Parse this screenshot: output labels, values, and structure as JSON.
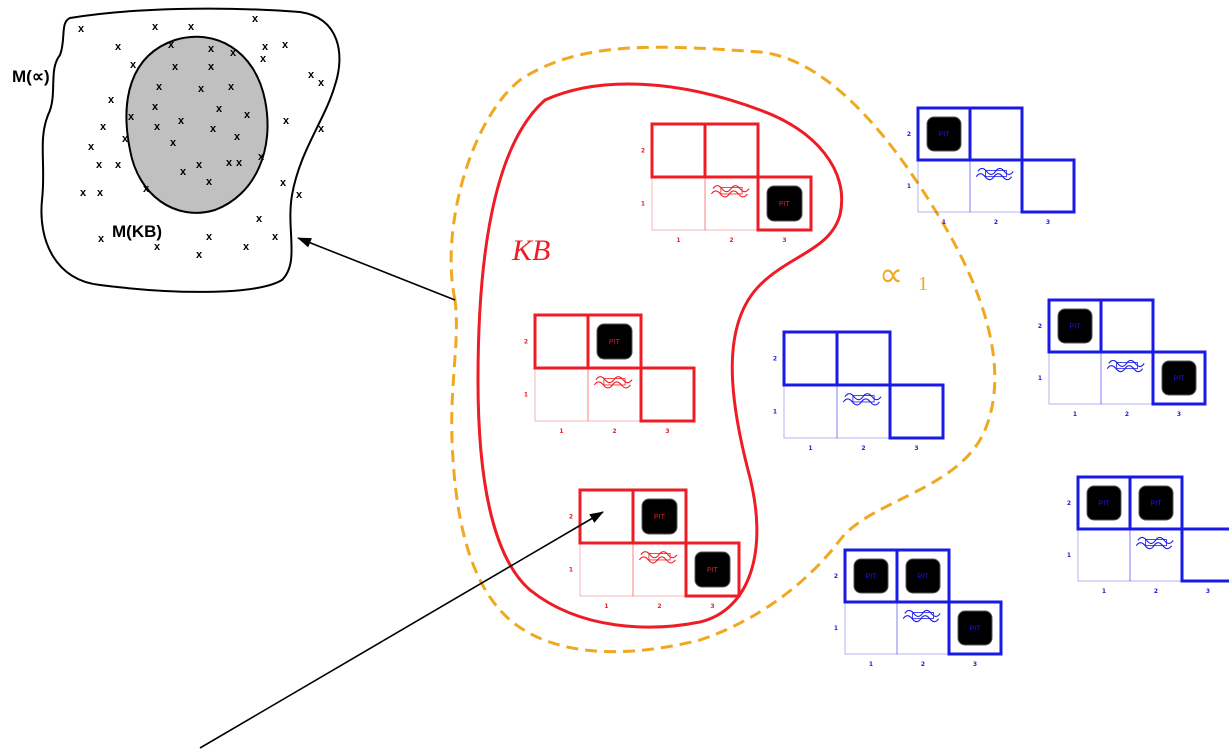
{
  "sets": {
    "m_alpha_label": "M(∝)",
    "m_kb_label": "M(KB)",
    "kb_label": "KB",
    "alpha_symbol": "∝",
    "alpha_subscript": "1"
  },
  "grid": {
    "pit_label": "PIT",
    "row_labels": [
      "2",
      "1"
    ],
    "col_labels": [
      "1",
      "2",
      "3"
    ]
  },
  "colors": {
    "kb": "#ee1c24",
    "alpha": "#f0a820",
    "other": "#1a1ae6",
    "set_fill": "#c0c0c0"
  },
  "models": [
    {
      "group": "kb",
      "pits": [
        "3,1"
      ]
    },
    {
      "group": "kb",
      "pits": [
        "2,2"
      ]
    },
    {
      "group": "kb",
      "pits": [
        "2,2",
        "3,1"
      ]
    },
    {
      "group": "alpha",
      "pits": []
    },
    {
      "group": "other",
      "pits": [
        "1,2"
      ]
    },
    {
      "group": "other",
      "pits": [
        "1,2",
        "3,1"
      ]
    },
    {
      "group": "other",
      "pits": [
        "1,2",
        "2,2"
      ]
    },
    {
      "group": "other",
      "pits": [
        "1,2",
        "2,2",
        "3,1"
      ]
    }
  ]
}
